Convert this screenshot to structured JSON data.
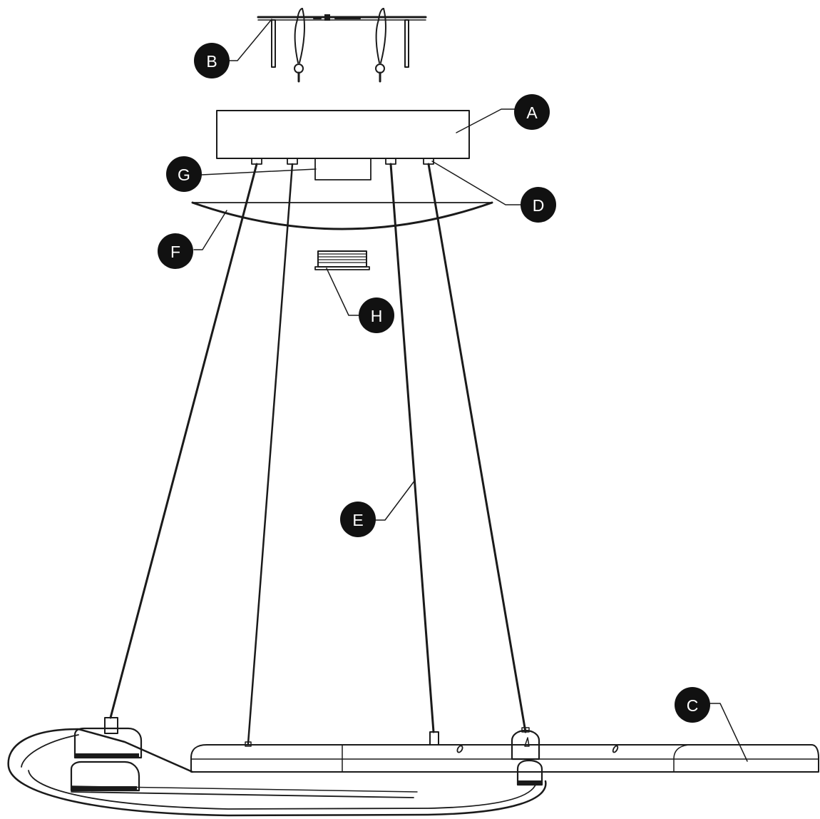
{
  "diagram": {
    "parts": [
      {
        "id": "A",
        "label": "A",
        "name": "canopy"
      },
      {
        "id": "B",
        "label": "B",
        "name": "mounting-bracket"
      },
      {
        "id": "C",
        "label": "C",
        "name": "light-ring"
      },
      {
        "id": "D",
        "label": "D",
        "name": "cable-gripper"
      },
      {
        "id": "E",
        "label": "E",
        "name": "suspension-cable"
      },
      {
        "id": "F",
        "label": "F",
        "name": "canopy-cover"
      },
      {
        "id": "G",
        "label": "G",
        "name": "driver-box"
      },
      {
        "id": "H",
        "label": "H",
        "name": "terminal-block"
      }
    ]
  }
}
